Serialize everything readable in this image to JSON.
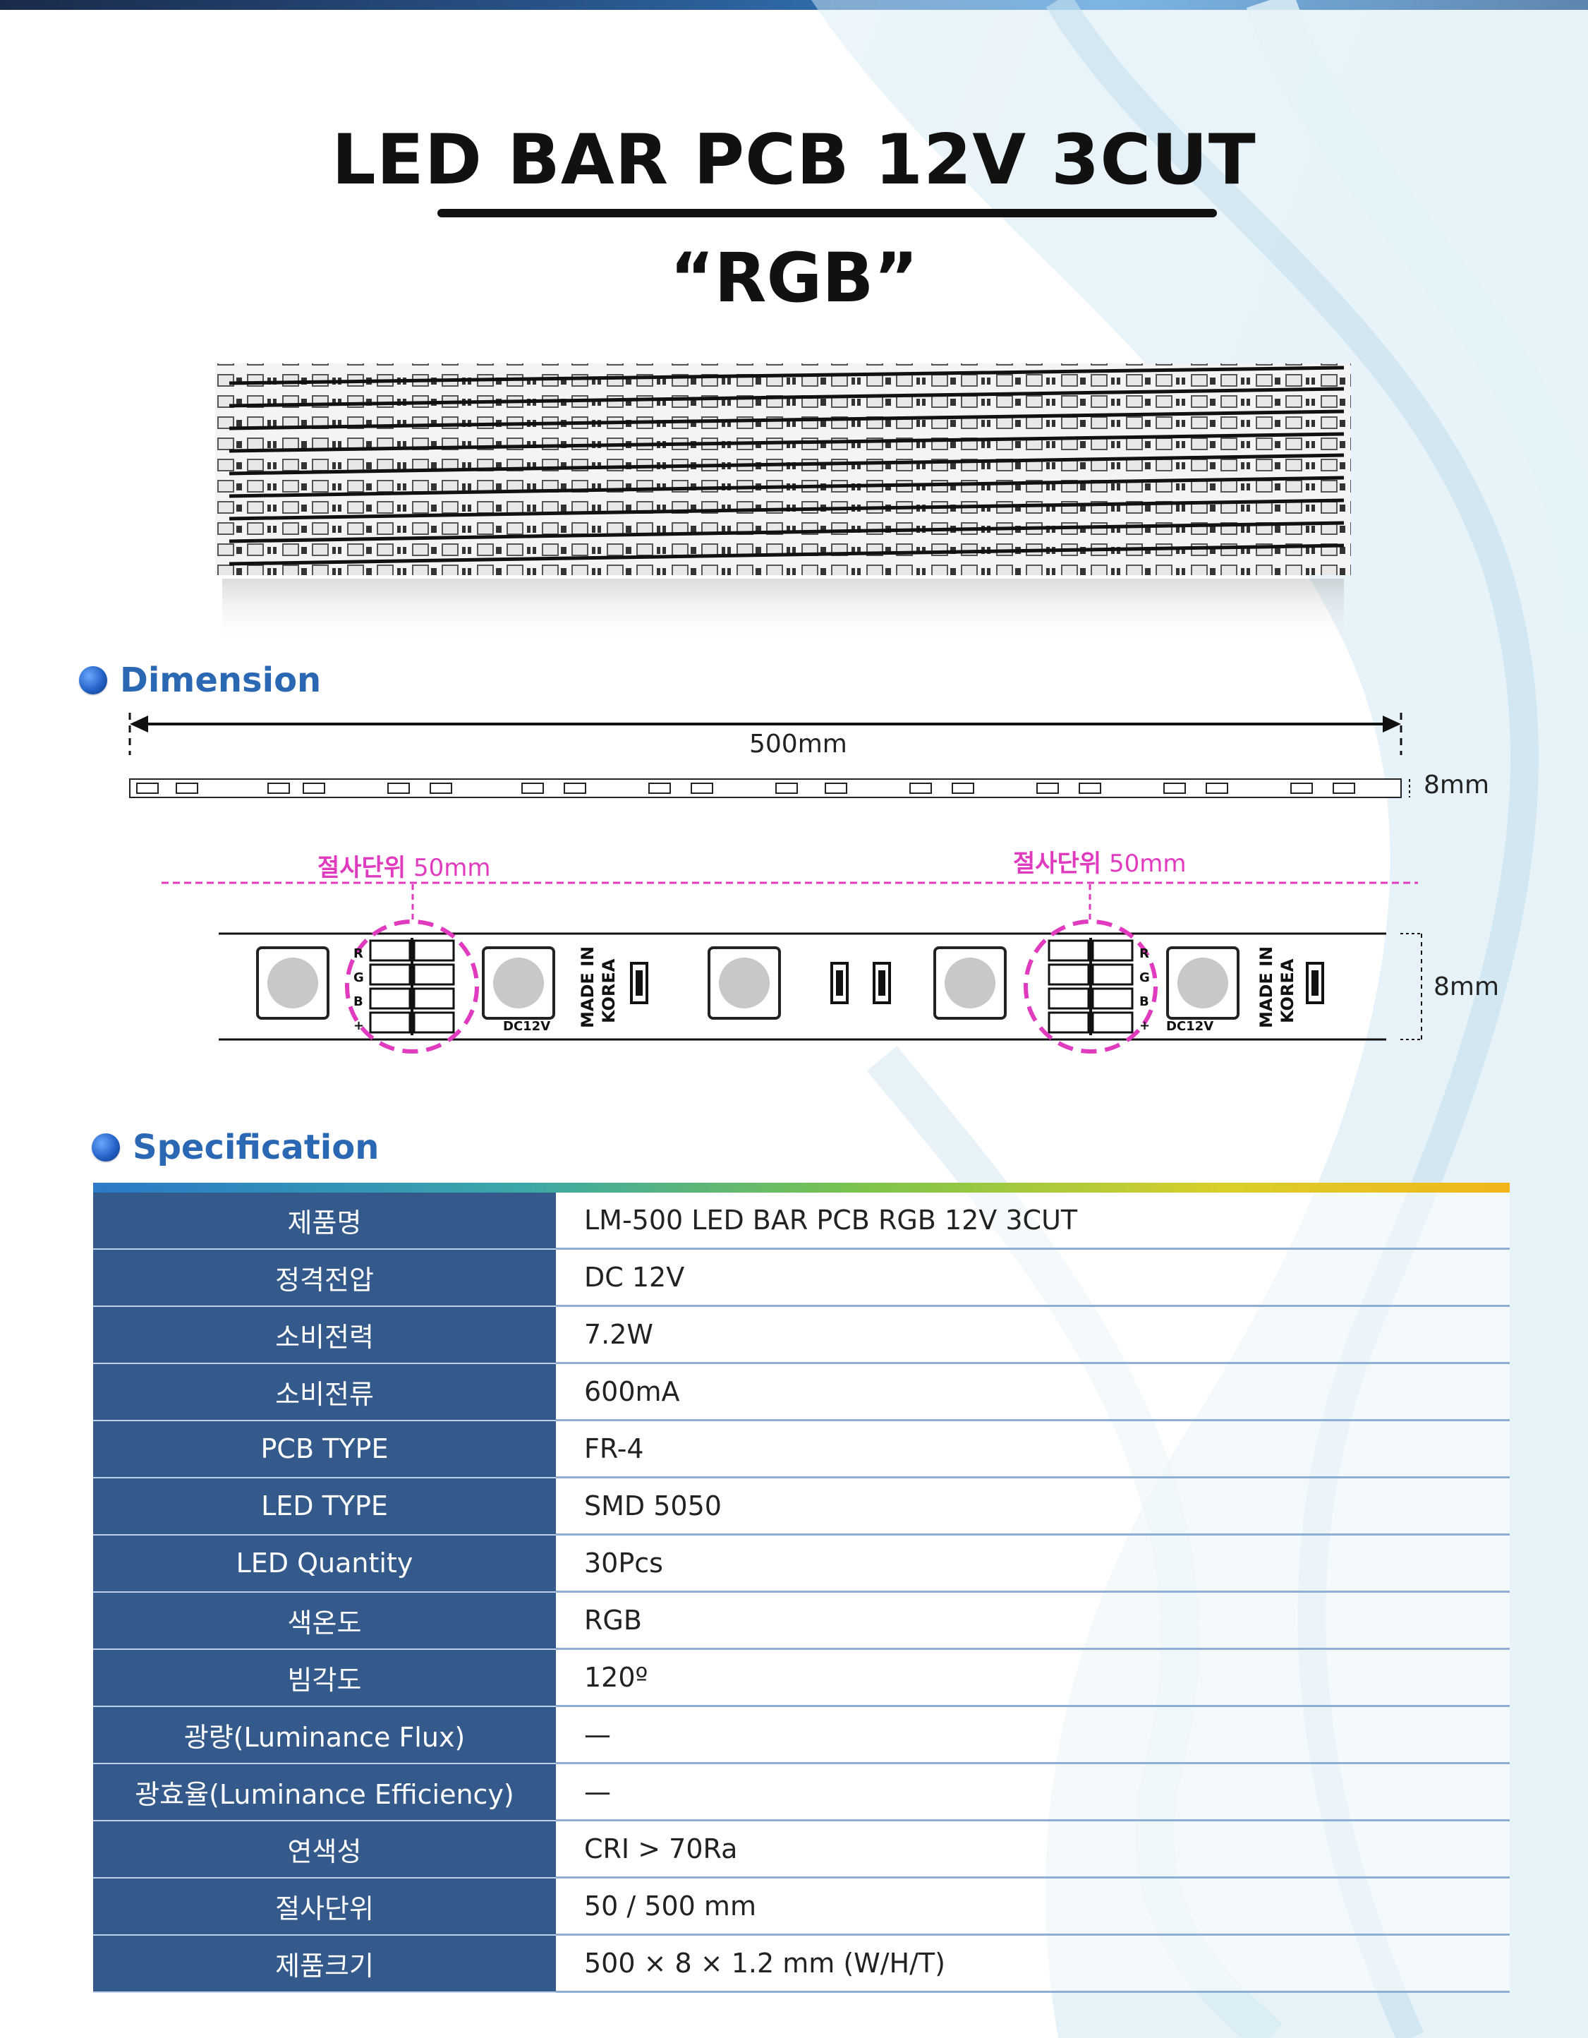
{
  "title": "LED BAR PCB 12V 3CUT",
  "subtitle": "“RGB”",
  "sections": {
    "dimension": "Dimension",
    "specification": "Specification"
  },
  "dimension": {
    "length": "500mm",
    "width_top": "8mm",
    "width_detail": "8mm",
    "cut_label_ko": "절사단위",
    "cut_value": "50mm",
    "pcb_marks": {
      "dc": "DC12V",
      "made": "MADE IN",
      "korea": "KOREA",
      "r": "R",
      "g": "G",
      "b": "B",
      "plus": "+"
    }
  },
  "spec": [
    {
      "label": "제품명",
      "value": "LM-500 LED BAR PCB RGB 12V 3CUT"
    },
    {
      "label": "정격전압",
      "value": "DC 12V"
    },
    {
      "label": "소비전력",
      "value": "7.2W"
    },
    {
      "label": "소비전류",
      "value": "600mA"
    },
    {
      "label": "PCB TYPE",
      "value": "FR-4"
    },
    {
      "label": "LED TYPE",
      "value": "SMD 5050"
    },
    {
      "label": "LED Quantity",
      "value": "30Pcs"
    },
    {
      "label": "색온도",
      "value": "RGB"
    },
    {
      "label": "빔각도",
      "value": "120º"
    },
    {
      "label": "광량(Luminance Flux)",
      "value": "—"
    },
    {
      "label": "광효율(Luminance Efficiency)",
      "value": "—"
    },
    {
      "label": "연색성",
      "value": "CRI > 70Ra"
    },
    {
      "label": "절사단위",
      "value": "50 / 500 mm"
    },
    {
      "label": "제품크기",
      "value": "500 × 8 × 1.2 mm (W/H/T)"
    }
  ],
  "colors": {
    "header_blue": "#34598b",
    "section_blue": "#2a68b3",
    "cut_pink": "#e03bbf"
  }
}
